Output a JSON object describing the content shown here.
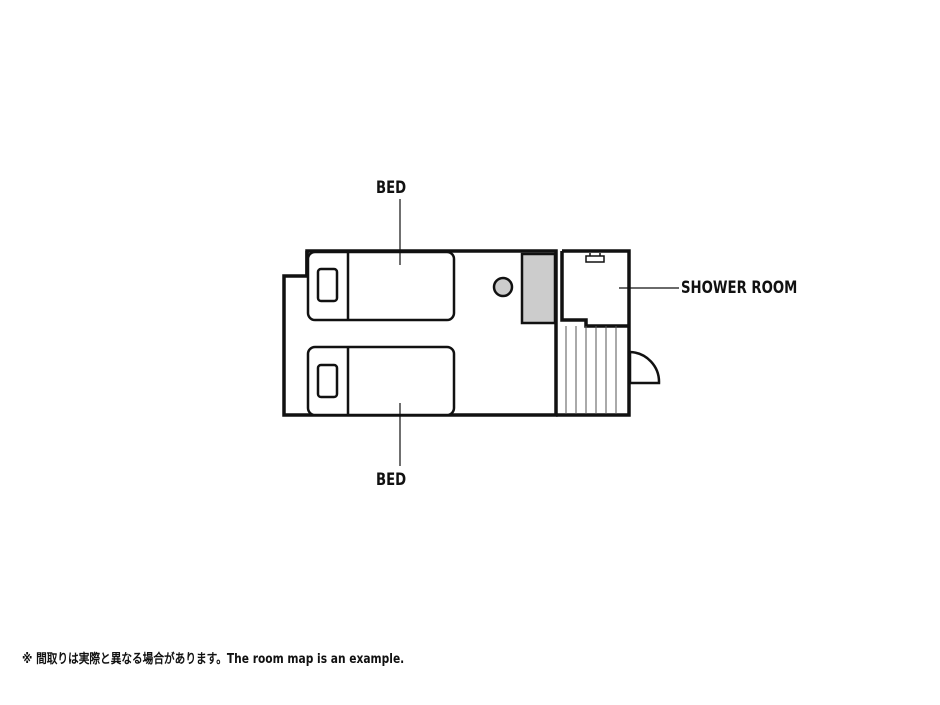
{
  "labels": {
    "bed_top": "BED",
    "bed_bottom": "BED",
    "shower_room": "SHOWER ROOM"
  },
  "note": "※ 間取りは実際と異なる場合があります。The room map is an example.",
  "colors": {
    "line": "#111111",
    "fill_gray": "#cccccc",
    "background": "#ffffff"
  }
}
